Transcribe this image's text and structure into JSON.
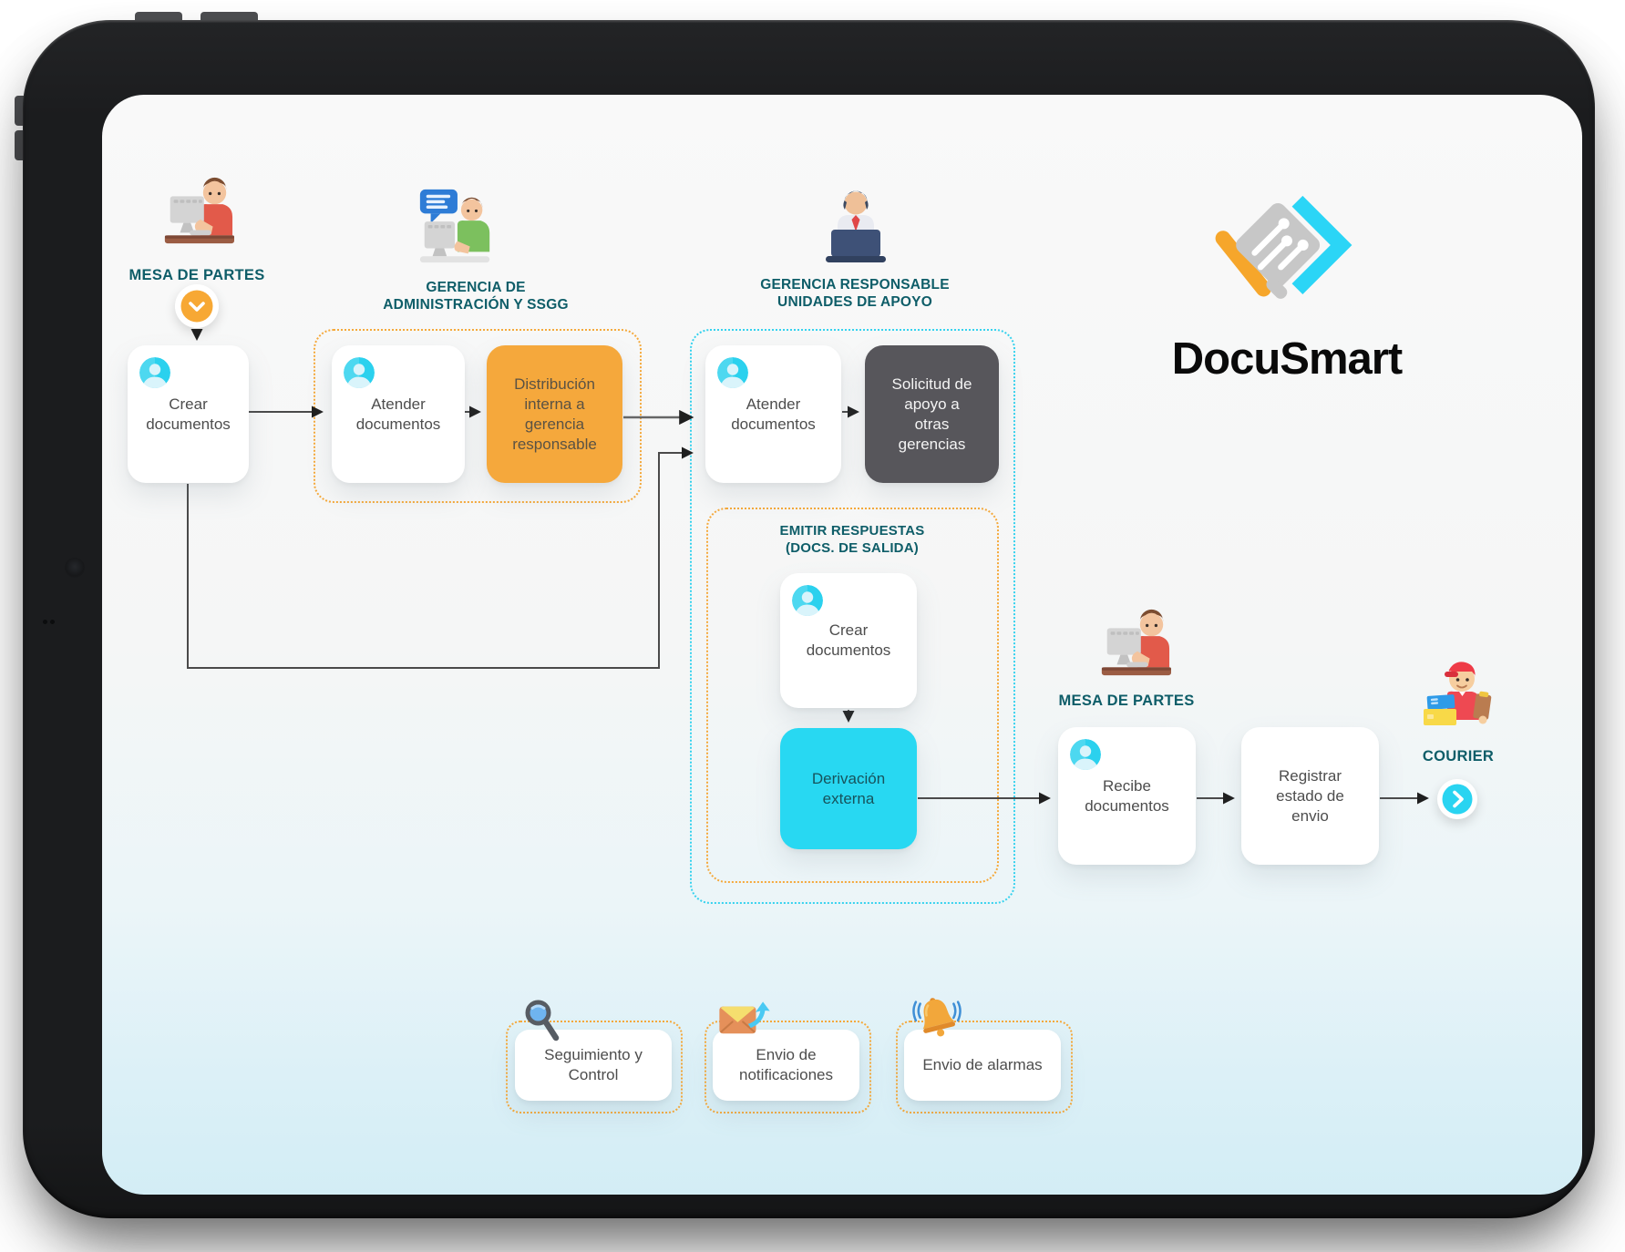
{
  "app": {
    "logo_text": "DocuSmart",
    "logo_icon": "document-circuit-logo-icon"
  },
  "actors": {
    "mesa_partes_1": {
      "label": "MESA DE PARTES",
      "icon": "person-at-desk-icon"
    },
    "gerencia_admin": {
      "title_line1": "GERENCIA DE",
      "title_line2": "ADMINISTRACIÓN Y SSGG",
      "icon": "support-agent-chat-icon"
    },
    "gerencia_responsable": {
      "title_line1": "GERENCIA RESPONSABLE",
      "title_line2": "UNIDADES DE APOYO",
      "icon": "manager-laptop-icon"
    },
    "mesa_partes_2": {
      "label": "MESA DE PARTES",
      "icon": "person-at-desk-icon"
    },
    "courier": {
      "label": "COURIER",
      "icon": "delivery-person-icon"
    }
  },
  "subgroup_emitir": {
    "title_line1": "EMITIR RESPUESTAS",
    "title_line2": "(DOCS. DE SALIDA)"
  },
  "nodes": {
    "crear_documentos_1": {
      "label": "Crear documentos"
    },
    "atender_documentos_1": {
      "label": "Atender documentos"
    },
    "distribucion_interna": {
      "label": "Distribución interna a gerencia responsable"
    },
    "atender_documentos_2": {
      "label": "Atender documentos"
    },
    "solicitud_apoyo": {
      "label": "Solicitud de apoyo a otras gerencias"
    },
    "crear_documentos_2": {
      "label": "Crear documentos"
    },
    "derivacion_externa": {
      "label": "Derivación externa"
    },
    "recibe_documentos": {
      "label": "Recibe documentos"
    },
    "registrar_estado": {
      "label": "Registrar estado de envio"
    },
    "seguimiento_control": {
      "label": "Seguimiento y Control"
    },
    "envio_notificaciones": {
      "label": "Envio de notificaciones"
    },
    "envio_alarmas": {
      "label": "Envio de alarmas"
    }
  },
  "colors": {
    "accent_orange": "#F5A93B",
    "accent_cyan": "#2BD3F0",
    "node_orange": "#F5A83C",
    "node_dark": "#57565B",
    "node_cyan": "#28D8F2",
    "heading_teal": "#0E5D68",
    "node_text": "#4D4D4D",
    "line": "#4A4A4A"
  },
  "markers": {
    "start_marker": "chevron-down-circle-icon",
    "end_marker": "chevron-right-circle-icon"
  }
}
